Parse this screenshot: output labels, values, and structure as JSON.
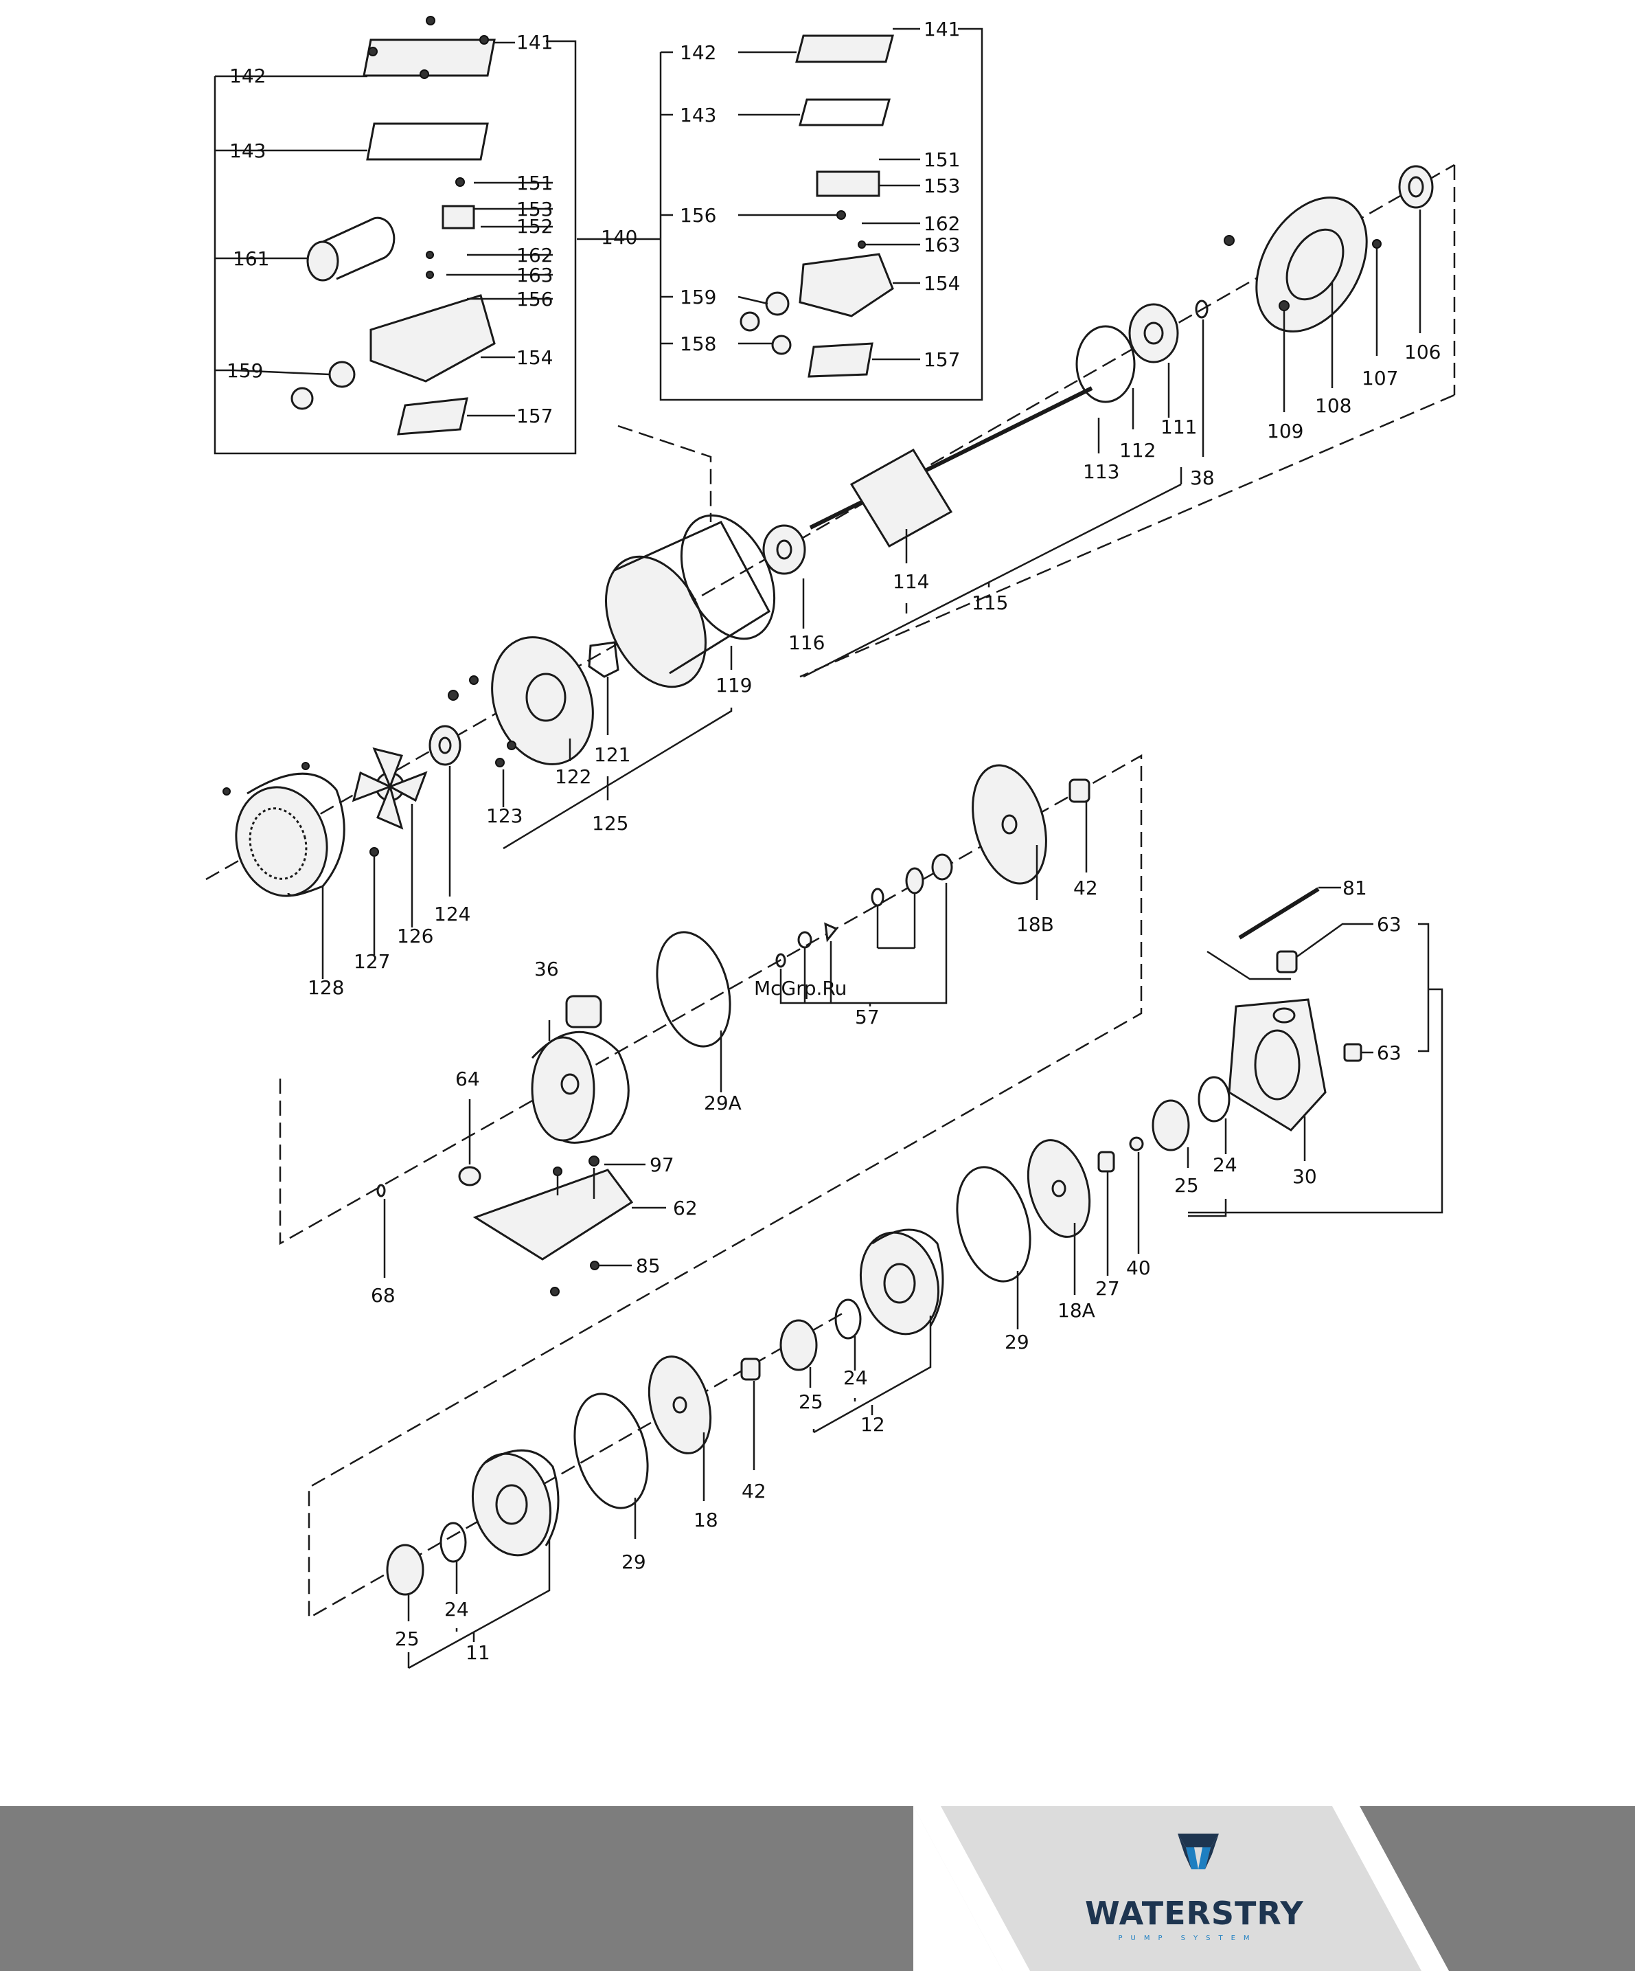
{
  "watermark": "McGrp.Ru",
  "brand": {
    "name": "WATERSTRY",
    "tagline": "PUMP SYSTEM",
    "colors": {
      "navy": "#1e3550",
      "blue": "#1e7fc1",
      "footer_gray": "#7d7d7d",
      "panel_light": "#dcdcdc"
    }
  },
  "labels": {
    "p141a": "141",
    "p142a": "142",
    "p143a": "143",
    "p151a": "151",
    "p153a": "153",
    "p152a": "152",
    "p161": "161",
    "p162a": "162",
    "p163a": "163",
    "p156a": "156",
    "p154a": "154",
    "p159a": "159",
    "p157a": "157",
    "p140": "140",
    "p141b": "141",
    "p142b": "142",
    "p143b": "143",
    "p151b": "151",
    "p153b": "153",
    "p156b": "156",
    "p162b": "162",
    "p163b": "163",
    "p159b": "159",
    "p154b": "154",
    "p158": "158",
    "p157b": "157",
    "p106": "106",
    "p107": "107",
    "p108": "108",
    "p109": "109",
    "p111": "111",
    "p38": "38",
    "p112": "112",
    "p113": "113",
    "p114": "114",
    "p115": "115",
    "p116": "116",
    "p119": "119",
    "p121": "121",
    "p122": "122",
    "p123": "123",
    "p125": "125",
    "p124": "124",
    "p126": "126",
    "p127": "127",
    "p128": "128",
    "p42a": "42",
    "p18B": "18B",
    "p57": "57",
    "p29A": "29A",
    "p36": "36",
    "p64": "64",
    "p97": "97",
    "p62": "62",
    "p85": "85",
    "p68": "68",
    "p81": "81",
    "p63a": "63",
    "p63b": "63",
    "p30": "30",
    "p24a": "24",
    "p25a": "25",
    "p40": "40",
    "p27": "27",
    "p18A": "18A",
    "p29a": "29",
    "p24b": "24",
    "p25b": "25",
    "p12": "12",
    "p42b": "42",
    "p18": "18",
    "p29b": "29",
    "p24c": "24",
    "p25c": "25",
    "p11": "11"
  }
}
